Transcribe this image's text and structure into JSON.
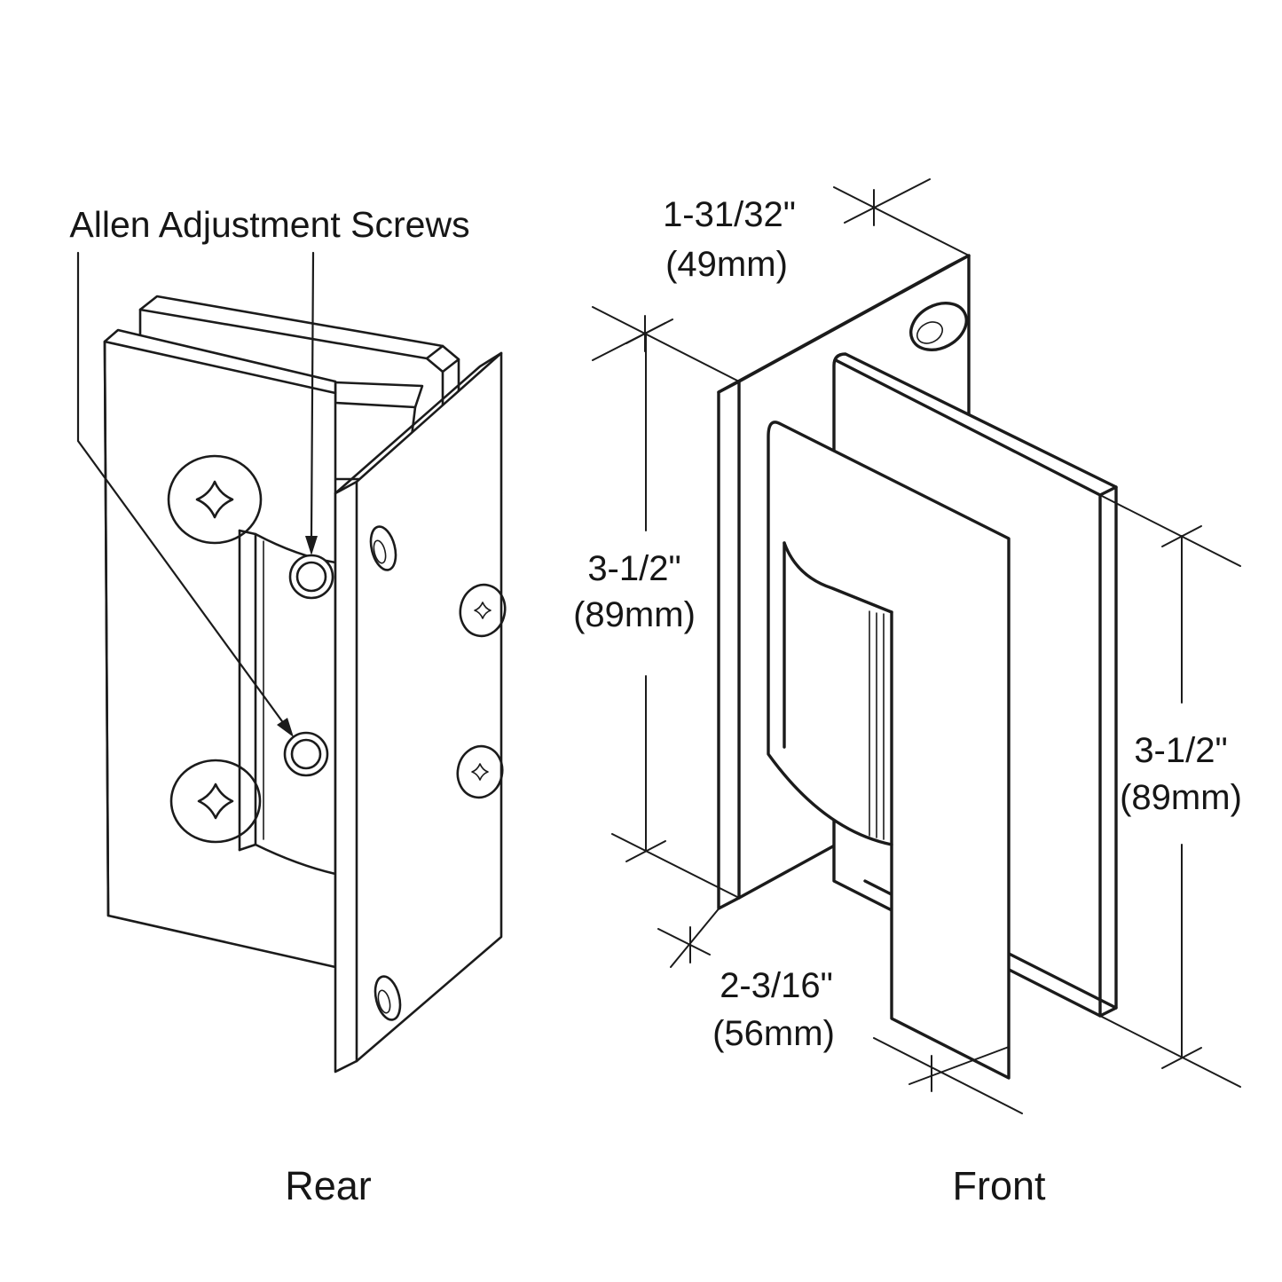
{
  "page": {
    "background": "#ffffff",
    "line_color": "#1b1b1b"
  },
  "annotation": {
    "allen_screws_label": "Allen Adjustment Screws"
  },
  "views": {
    "rear_label": "Rear",
    "front_label": "Front"
  },
  "dimensions": {
    "width_top": {
      "inches": "1-31/32\"",
      "metric": "(49mm)"
    },
    "height_left": {
      "inches": "3-1/2\"",
      "metric": "(89mm)"
    },
    "height_right": {
      "inches": "3-1/2\"",
      "metric": "(89mm)"
    },
    "bottom_depth": {
      "inches": "2-3/16\"",
      "metric": "(56mm)"
    }
  }
}
